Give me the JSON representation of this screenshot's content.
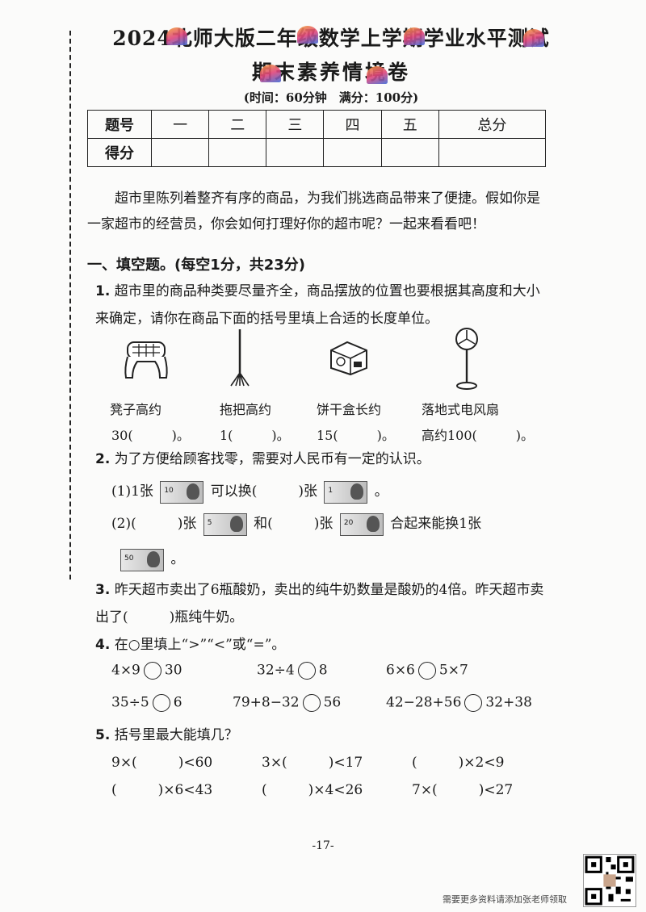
{
  "header": {
    "title": "2024北师大版二年级数学上学期学业水平测试",
    "subtitle": "期末素养情境卷",
    "time": "(时间：60分钟　满分：100分)"
  },
  "score_table": {
    "row1": [
      "题号",
      "一",
      "二",
      "三",
      "四",
      "五",
      "总分"
    ],
    "row2_label": "得分"
  },
  "intro": "超市里陈列着整齐有序的商品，为我们挑选商品带来了便捷。假如你是一家超市的经营员，你会如何打理好你的超市呢？一起来看看吧！",
  "section1": {
    "heading": "一、填空题。(每空1分，共23分)",
    "q1": {
      "num": "1.",
      "text": "超市里的商品种类要尽量齐全，商品摆放的位置也要根据其高度和大小来确定，请你在商品下面的括号里填上合适的长度单位。",
      "items": [
        {
          "name": "凳子高约",
          "blank": "30(　　　)。"
        },
        {
          "name": "拖把高约",
          "blank": "1(　　　)。"
        },
        {
          "name": "饼干盒长约",
          "blank": "15(　　　)。"
        },
        {
          "name": "落地式电风扇",
          "blank": "高约100(　　　)。"
        }
      ]
    },
    "q2": {
      "num": "2.",
      "text": "为了方便给顾客找零，需要对人民币有一定的认识。",
      "line1_a": "(1)1张",
      "line1_note1": "10",
      "line1_b": "可以换(　　　)张",
      "line1_note2": "1",
      "line1_c": "。",
      "line2_a": "(2)(　　　)张",
      "line2_note1": "5",
      "line2_b": "和(　　　)张",
      "line2_note2": "20",
      "line2_c": "合起来能换1张",
      "line3_note": "50",
      "line3_c": "。"
    },
    "q3": {
      "num": "3.",
      "text": "昨天超市卖出了6瓶酸奶，卖出的纯牛奶数量是酸奶的4倍。昨天超市卖出了(　　　)瓶纯牛奶。"
    },
    "q4": {
      "num": "4.",
      "text": "在○里填上“>”“<”或“=”。",
      "r1": [
        [
          "4×9",
          "30"
        ],
        [
          "32÷4",
          "8"
        ],
        [
          "6×6",
          "5×7"
        ]
      ],
      "r2": [
        [
          "35÷5",
          "6"
        ],
        [
          "79+8−32",
          "56"
        ],
        [
          "42−28+56",
          "32+38"
        ]
      ]
    },
    "q5": {
      "num": "5.",
      "text": "括号里最大能填几？",
      "r1": [
        "9×(　　　)<60",
        "3×(　　　)<17",
        "(　　　)×2<9"
      ],
      "r2": [
        "(　　　)×6<43",
        "(　　　)×4<26",
        "7×(　　　)<27"
      ]
    }
  },
  "page_number": "-17-",
  "footer_note": "需要更多资料请添加张老师领取"
}
